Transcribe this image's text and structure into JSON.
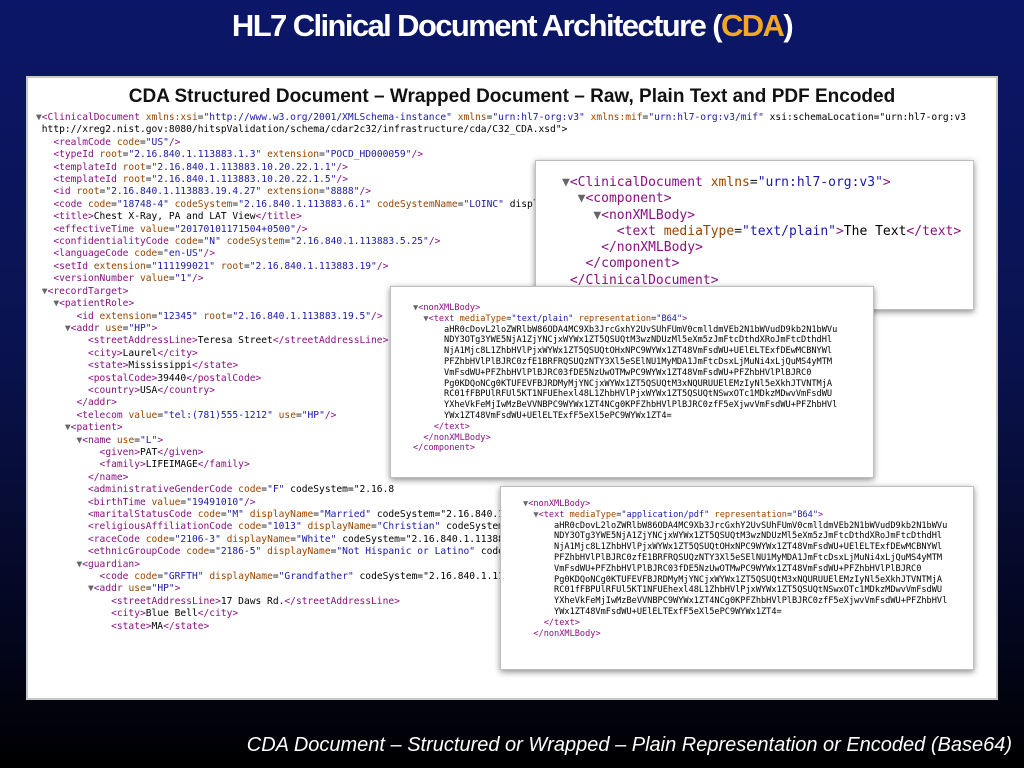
{
  "slide": {
    "title_main": "HL7 Clinical Document Architecture (",
    "title_accent": "CDA",
    "title_end": ")",
    "panel_heading": "CDA Structured Document – Wrapped Document – Raw, Plain Text and PDF Encoded",
    "caption": "CDA Document – Structured or Wrapped – Plain Representation or Encoded (Base64)"
  },
  "xml_main": {
    "lines": [
      "▼<ClinicalDocument xmlns:xsi=\"http://www.w3.org/2001/XMLSchema-instance\" xmlns=\"urn:hl7-org:v3\" xmlns:mif=\"urn:hl7-org:v3/mif\" xsi:schemaLocation=\"urn:hl7-org:v3",
      " http://xreg2.nist.gov:8080/hitspValidation/schema/cdar2c32/infrastructure/cda/C32_CDA.xsd\">",
      "   <realmCode code=\"US\"/>",
      "   <typeId root=\"2.16.840.1.113883.1.3\" extension=\"POCD_HD000059\"/>",
      "   <templateId root=\"2.16.840.1.113883.10.20.22.1.1\"/>",
      "   <templateId root=\"2.16.840.1.113883.10.20.22.1.5\"/>",
      "   <id root=\"2.16.840.1.113883.19.4.27\" extension=\"8888\"/>",
      "   <code code=\"18748-4\" codeSystem=\"2.16.840.1.113883.6.1\" codeSystemName=\"LOINC\" displ",
      "   <title>Chest X-Ray, PA and LAT View</title>",
      "   <effectiveTime value=\"20170101171504+0500\"/>",
      "   <confidentialityCode code=\"N\" codeSystem=\"2.16.840.1.113883.5.25\"/>",
      "   <languageCode code=\"en-US\"/>",
      "   <setId extension=\"111199021\" root=\"2.16.840.1.113883.19\"/>",
      "   <versionNumber value=\"1\"/>",
      " ▼<recordTarget>",
      "   ▼<patientRole>",
      "       <id extension=\"12345\" root=\"2.16.840.1.113883.19.5\"/>",
      "     ▼<addr use=\"HP\">",
      "         <streetAddressLine>Teresa Street</streetAddressLine>",
      "         <city>Laurel</city>",
      "         <state>Mississippi</state>",
      "         <postalCode>39440</postalCode>",
      "         <country>USA</country>",
      "       </addr>",
      "       <telecom value=\"tel:(781)555-1212\" use=\"HP\"/>",
      "     ▼<patient>",
      "       ▼<name use=\"L\">",
      "           <given>PAT</given>",
      "           <family>LIFEIMAGE</family>",
      "         </name>",
      "         <administrativeGenderCode code=\"F\" codeSystem=\"2.16.8",
      "         <birthTime value=\"19491010\"/>",
      "         <maritalStatusCode code=\"M\" displayName=\"Married\" codeSystem=\"2.16.840.1",
      "         <religiousAffiliationCode code=\"1013\" displayName=\"Christian\" codeSystem",
      "         <raceCode code=\"2106-3\" displayName=\"White\" codeSystem=\"2.16.840.1.11388",
      "         <ethnicGroupCode code=\"2186-5\" displayName=\"Not Hispanic or Latino\" code",
      "       ▼<guardian>",
      "           <code code=\"GRFTH\" displayName=\"Grandfather\" codeSystem=\"2.16.840.1.11",
      "         ▼<addr use=\"HP\">",
      "             <streetAddressLine>17 Daws Rd.</streetAddressLine>",
      "             <city>Blue Bell</city>",
      "             <state>MA</state>"
    ]
  },
  "xml_wrapped": {
    "lines": [
      "▼<ClinicalDocument xmlns=\"urn:hl7-org:v3\">",
      "  ▼<component>",
      "    ▼<nonXMLBody>",
      "       <text mediaType=\"text/plain\">The Text</text>",
      "     </nonXMLBody>",
      "   </component>",
      " </ClinicalDocument>"
    ]
  },
  "xml_plain": {
    "lines": [
      "▼<nonXMLBody>",
      "  ▼<text mediaType=\"text/plain\" representation=\"B64\">",
      "      aHR0cDovL2loZWRlbW86ODA4MC9Xb3JrcGxhY2UvSUhFUmV0cmlldmVEb2N1bWVudD9kb2N1bWVu",
      "      NDY3OTg3YWE5NjA1ZjYNCjxWYWx1ZT5QSUQtM3wzNDUzMl5eXm5zJmFtcDthdXRoJmFtcDthdHl",
      "      NjA1Mjc8L1ZhbHVlPjxWYWx1ZT5QSUQtOHxNPC9WYWx1ZT48VmFsdWU+UElELTExfDEwMCBNYWl",
      "      PFZhbHVlPlBJRC0zfE1BRFRQSUQzNTY3Xl5eSElNU1MyMDA1JmFtcDsxLjMuNi4xLjQuMS4yMTM",
      "      VmFsdWU+PFZhbHVlPlBJRC03fDE5NzUwOTMwPC9WYWx1ZT48VmFsdWU+PFZhbHVlPlBJRC0",
      "      Pg0KDQoNCg0KTUFEVFBJRDMyMjYNCjxWYWx1ZT5QSUQtM3xNQURUUElEMzIyNl5eXkhJTVNTMjA",
      "      RC01fFBPUlRFUl5KT1NFUEhexl48L1ZhbHVlPjxWYWx1ZT5QSUQtNSwxOTc1MDkzMDwvVmFsdWU",
      "      YXheVkFeMjIwMzBeVVNBPC9WYWx1ZT4NCg0KPFZhbHVlPlBJRC0zfF5eXjwvVmFsdWU+PFZhbHVl",
      "      YWx1ZT48VmFsdWU+UElELTExfF5eXl5ePC9WYWx1ZT4=",
      "    </text>",
      "  </nonXMLBody>",
      "</component>"
    ]
  },
  "xml_pdf": {
    "lines": [
      "▼<nonXMLBody>",
      "  ▼<text mediaType=\"application/pdf\" representation=\"B64\">",
      "      aHR0cDovL2loZWRlbW86ODA4MC9Xb3JrcGxhY2UvSUhFUmV0cmlldmVEb2N1bWVudD9kb2N1bWVu",
      "      NDY3OTg3YWE5NjA1ZjYNCjxWYWx1ZT5QSUQtM3wzNDUzMl5eXm5zJmFtcDthdXRoJmFtcDthdHl",
      "      NjA1Mjc8L1ZhbHVlPjxWYWx1ZT5QSUQtOHxNPC9WYWx1ZT48VmFsdWU+UElELTExfDEwMCBNYWl",
      "      PFZhbHVlPlBJRC0zfE1BRFRQSUQzNTY3Xl5eSElNU1MyMDA1JmFtcDsxLjMuNi4xLjQuMS4yMTM",
      "      VmFsdWU+PFZhbHVlPlBJRC03fDE5NzUwOTMwPC9WYWx1ZT48VmFsdWU+PFZhbHVlPlBJRC0",
      "      Pg0KDQoNCg0KTUFEVFBJRDMyMjYNCjxWYWx1ZT5QSUQtM3xNQURUUElEMzIyNl5eXkhJTVNTMjA",
      "      RC01fFBPUlRFUl5KT1NFUEhexl48L1ZhbHVlPjxWYWx1ZT5QSUQtNSwxOTc1MDkzMDwvVmFsdWU",
      "      YXheVkFeMjIwMzBeVVNBPC9WYWx1ZT4NCg0KPFZhbHVlPlBJRC0zfF5eXjwvVmFsdWU+PFZhbHVl",
      "      YWx1ZT48VmFsdWU+UElELTExfF5eXl5ePC9WYWx1ZT4=",
      "    </text>",
      "  </nonXMLBody>"
    ]
  }
}
